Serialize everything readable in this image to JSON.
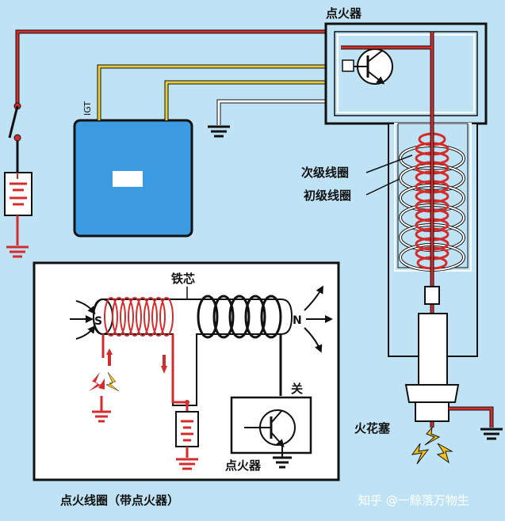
{
  "labels": {
    "igniter_top": "点火器",
    "igt": "IGT",
    "secondary_coil": "次级线圈",
    "primary_coil": "初级线圈",
    "iron_core": "铁芯",
    "pole_s": "S",
    "pole_n": "N",
    "switch_off": "关",
    "igniter_inset": "点火器",
    "spark_plug": "火花塞",
    "caption": "点火线圈（带点火器）",
    "watermark": "知乎 @一鲸落万物生"
  },
  "colors": {
    "background": "#bfe3f4",
    "ecu": "#3c9be0",
    "wire_red": "#d42c2c",
    "wire_yellow": "#e8cc3a",
    "wire_dark": "#1a1a1a",
    "spark": "#f4c21a"
  },
  "icons": [
    "ground-icon",
    "battery-icon",
    "switch-icon",
    "transistor-icon",
    "spark-icon",
    "magnetic-field-arrow-icon"
  ]
}
